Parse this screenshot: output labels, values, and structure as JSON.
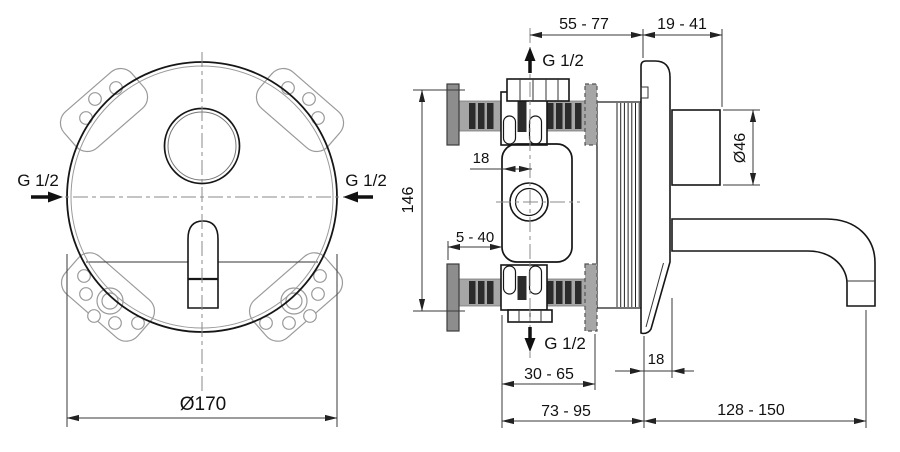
{
  "front_view": {
    "port_left_label": "G 1/2",
    "port_right_label": "G 1/2",
    "diameter_label": "Ø170"
  },
  "side_view": {
    "dim_offset_top": "55 - 77",
    "dim_trim_projection": "19 - 41",
    "port_top_label": "G 1/2",
    "port_bottom_label": "G 1/2",
    "dim_height": "146",
    "dim_axis_offset": "18",
    "dim_install_depth": "5 - 40",
    "dim_wall_thickness": "30 - 65",
    "dim_trim_depth": "18",
    "dim_body_projection": "73 - 95",
    "dim_spout_reach": "128 - 150",
    "dim_knob_diameter": "Ø46"
  }
}
